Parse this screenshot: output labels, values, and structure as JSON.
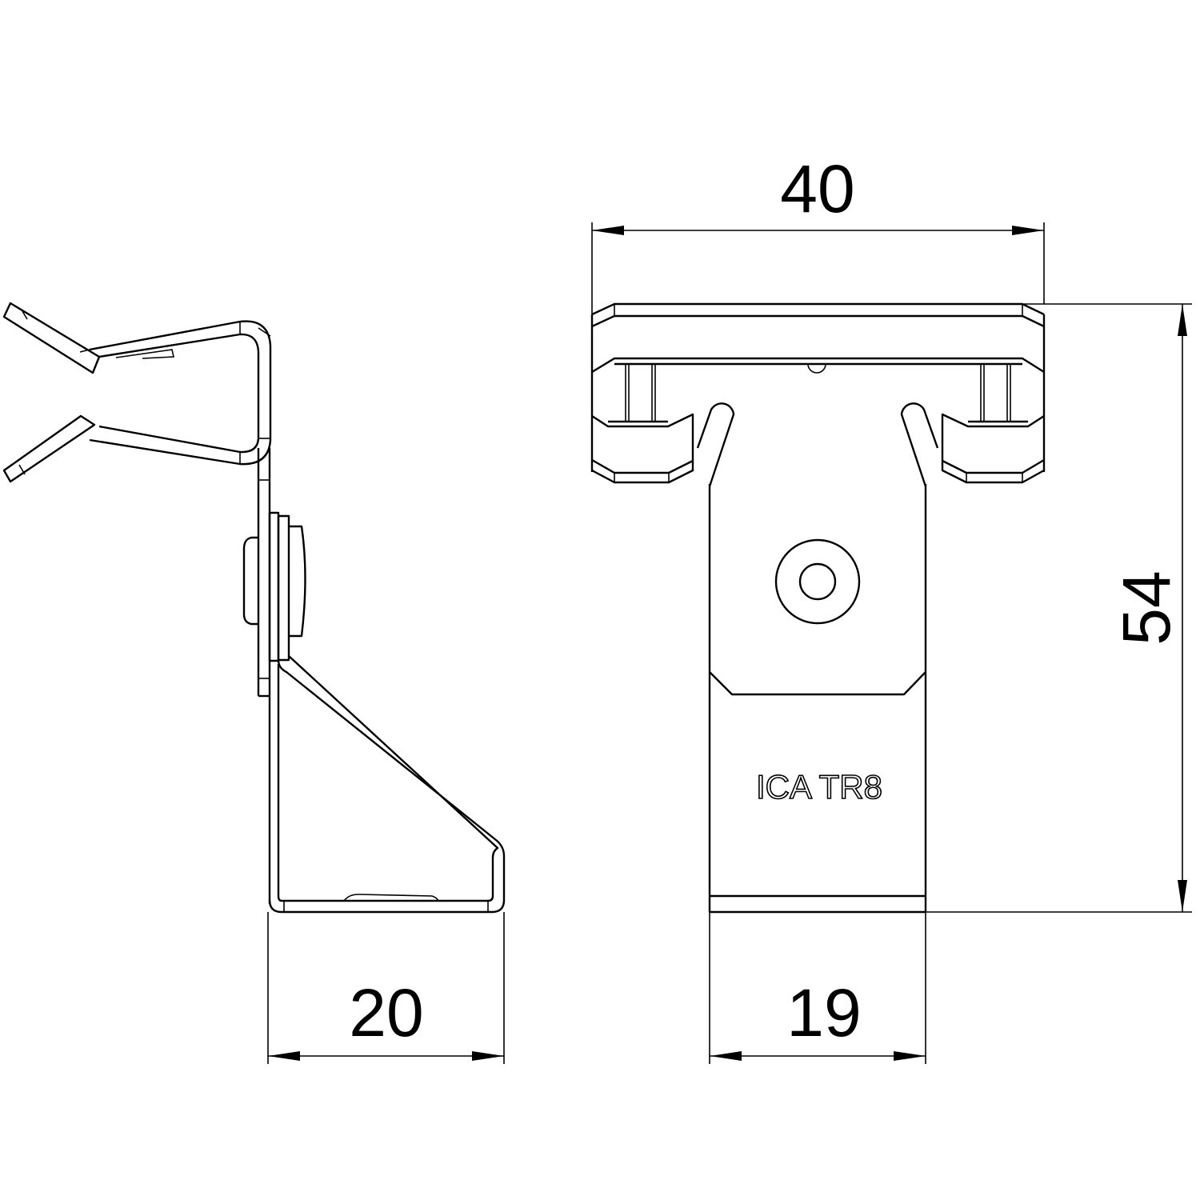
{
  "drawing": {
    "dimensions": {
      "side_width": "20",
      "front_width": "40",
      "front_height": "54",
      "strip_width": "19"
    },
    "part_marking": "ICA TR8",
    "line_color": "#000000",
    "background_color": "#ffffff"
  }
}
